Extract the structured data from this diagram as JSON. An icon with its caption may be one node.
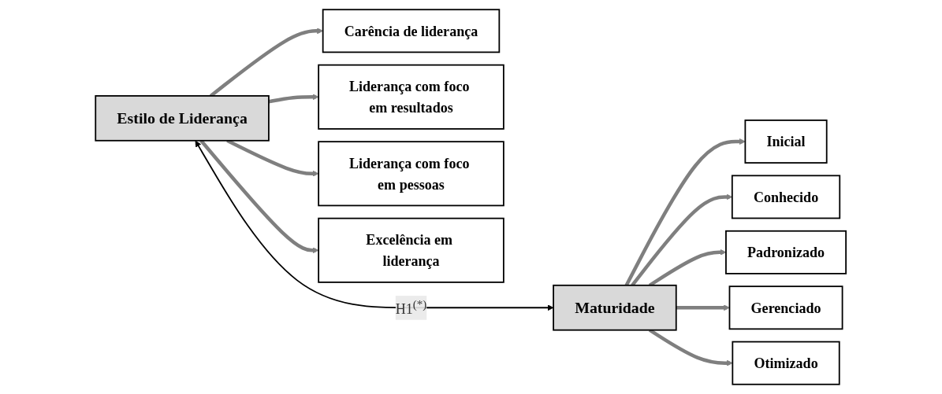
{
  "diagram": {
    "nodes": [
      {
        "text": [
          "Estilo de Liderança"
        ]
      },
      {
        "text": [
          "Maturidade"
        ]
      },
      {
        "text": [
          "Carência de liderança"
        ]
      },
      {
        "text": [
          "Liderança com foco em resultados"
        ]
      },
      {
        "text": [
          "Liderança com foco em pessoas"
        ]
      },
      {
        "text": [
          "Excelência em liderança"
        ]
      },
      {
        "text": [
          "Inicial"
        ]
      },
      {
        "text": [
          "Conhecido"
        ]
      },
      {
        "text": [
          "Padronizado"
        ]
      },
      {
        "text": [
          "Gerenciado"
        ]
      },
      {
        "text": [
          "Otimizado"
        ]
      }
    ],
    "edges": [
      {
        "from": 0,
        "to": 1,
        "arrow": "both",
        "label": "H1$^{(*)}$",
        "color": "#000000"
      },
      {
        "from": 0,
        "to": 2,
        "arrow": "to"
      },
      {
        "from": 0,
        "to": 3,
        "arrow": "to"
      },
      {
        "from": 0,
        "to": 4,
        "arrow": "to"
      },
      {
        "from": 0,
        "to": 5,
        "arrow": "to"
      },
      {
        "from": 1,
        "to": 6,
        "arrow": "to"
      },
      {
        "from": 1,
        "to": 7,
        "arrow": "to"
      },
      {
        "from": 1,
        "to": 8,
        "arrow": "to"
      },
      {
        "from": 1,
        "to": 9,
        "arrow": "to"
      },
      {
        "from": 1,
        "to": 10,
        "arrow": "to"
      }
    ]
  }
}
